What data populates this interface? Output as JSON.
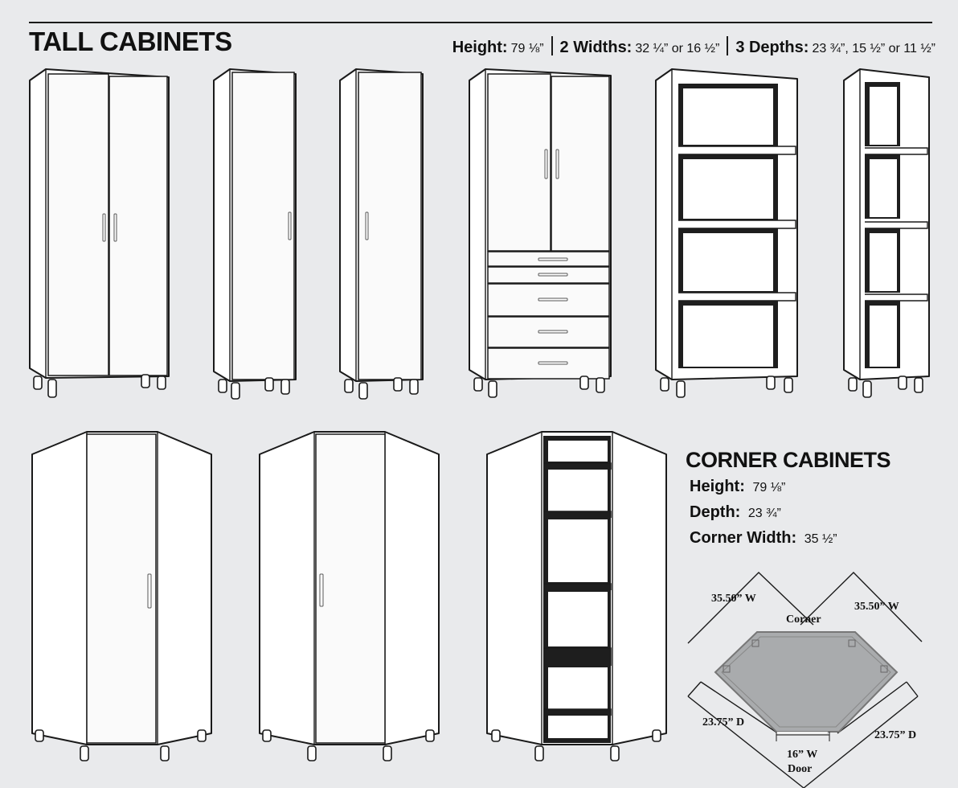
{
  "tall": {
    "title": "TALL CABINETS",
    "height_label": "Height:",
    "height_value": "79 ⅛”",
    "widths_label": "2 Widths:",
    "widths_value": "32 ¼” or 16 ½”",
    "depths_label": "3 Depths:",
    "depths_value": "23 ¾”, 15 ½” or 11 ½”"
  },
  "corner": {
    "title": "CORNER CABINETS",
    "height_label": "Height:",
    "height_value": "79 ⅛”",
    "depth_label": "Depth:",
    "depth_value": "23 ¾”",
    "width_label": "Corner Width:",
    "width_value": "35 ½”"
  },
  "diagram": {
    "left_width": "35.50” W",
    "right_width": "35.50” W",
    "corner_label": "Corner",
    "left_depth": "23.75” D",
    "right_depth": "23.75” D",
    "door_width": "16” W",
    "door_label": "Door"
  },
  "colors": {
    "background": "#e9eaec",
    "line": "#1a1a1a",
    "footprint_fill": "#a9abad"
  }
}
